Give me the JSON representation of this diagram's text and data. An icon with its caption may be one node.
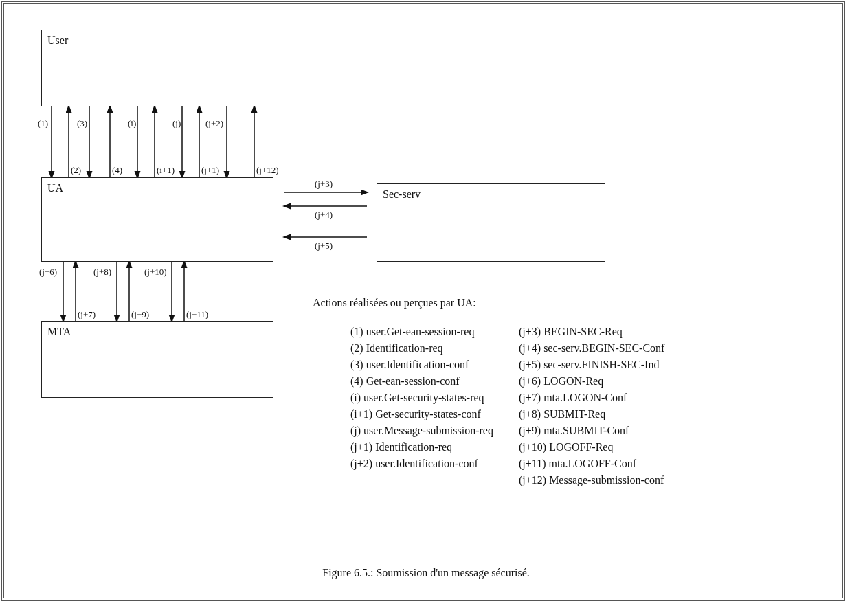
{
  "diagram": {
    "caption": "Figure 6.5.: Soumission d'un message sécurisé.",
    "nodes": [
      {
        "text": [
          "User"
        ]
      },
      {
        "text": [
          "UA"
        ]
      },
      {
        "text": [
          "Sec-serv"
        ]
      },
      {
        "text": [
          "MTA"
        ]
      }
    ],
    "edges": [
      {
        "from": 0,
        "to": 1,
        "arrow": "to",
        "label": "(1)"
      },
      {
        "from": 1,
        "to": 0,
        "arrow": "to",
        "label": "(2)"
      },
      {
        "from": 0,
        "to": 1,
        "arrow": "to",
        "label": "(3)"
      },
      {
        "from": 1,
        "to": 0,
        "arrow": "to",
        "label": "(4)"
      },
      {
        "from": 0,
        "to": 1,
        "arrow": "to",
        "label": "(i)"
      },
      {
        "from": 1,
        "to": 0,
        "arrow": "to",
        "label": "(i+1)"
      },
      {
        "from": 0,
        "to": 1,
        "arrow": "to",
        "label": "(j)"
      },
      {
        "from": 1,
        "to": 0,
        "arrow": "to",
        "label": "(j+1)"
      },
      {
        "from": 0,
        "to": 1,
        "arrow": "to",
        "label": "(j+2)"
      },
      {
        "from": 1,
        "to": 0,
        "arrow": "to",
        "label": "(j+12)"
      },
      {
        "from": 1,
        "to": 2,
        "arrow": "to",
        "label": "(j+3)"
      },
      {
        "from": 2,
        "to": 1,
        "arrow": "to",
        "label": "(j+4)"
      },
      {
        "from": 2,
        "to": 1,
        "arrow": "to",
        "label": "(j+5)"
      },
      {
        "from": 1,
        "to": 3,
        "arrow": "to",
        "label": "(j+6)"
      },
      {
        "from": 3,
        "to": 1,
        "arrow": "to",
        "label": "(j+7)"
      },
      {
        "from": 1,
        "to": 3,
        "arrow": "to",
        "label": "(j+8)"
      },
      {
        "from": 3,
        "to": 1,
        "arrow": "to",
        "label": "(j+9)"
      },
      {
        "from": 1,
        "to": 3,
        "arrow": "to",
        "label": "(j+10)"
      },
      {
        "from": 3,
        "to": 1,
        "arrow": "to",
        "label": "(j+11)"
      }
    ],
    "labels": [
      "Actions réalisées ou perçues par UA:",
      "(1) user.Get-ean-session-req",
      "(2) Identification-req",
      "(3) user.Identification-conf",
      "(4) Get-ean-session-conf",
      "(i) user.Get-security-states-req",
      "(i+1) Get-security-states-conf",
      "(j) user.Message-submission-req",
      "(j+1) Identification-req",
      "(j+2) user.Identification-conf",
      "(j+3) BEGIN-SEC-Req",
      "(j+4) sec-serv.BEGIN-SEC-Conf",
      "(j+5) sec-serv.FINISH-SEC-Ind",
      "(j+6) LOGON-Req",
      "(j+7) mta.LOGON-Conf",
      "(j+8) SUBMIT-Req",
      "(j+9) mta.SUBMIT-Conf",
      "(j+10) LOGOFF-Req",
      "(j+11) mta.LOGOFF-Conf",
      "(j+12) Message-submission-conf"
    ]
  }
}
